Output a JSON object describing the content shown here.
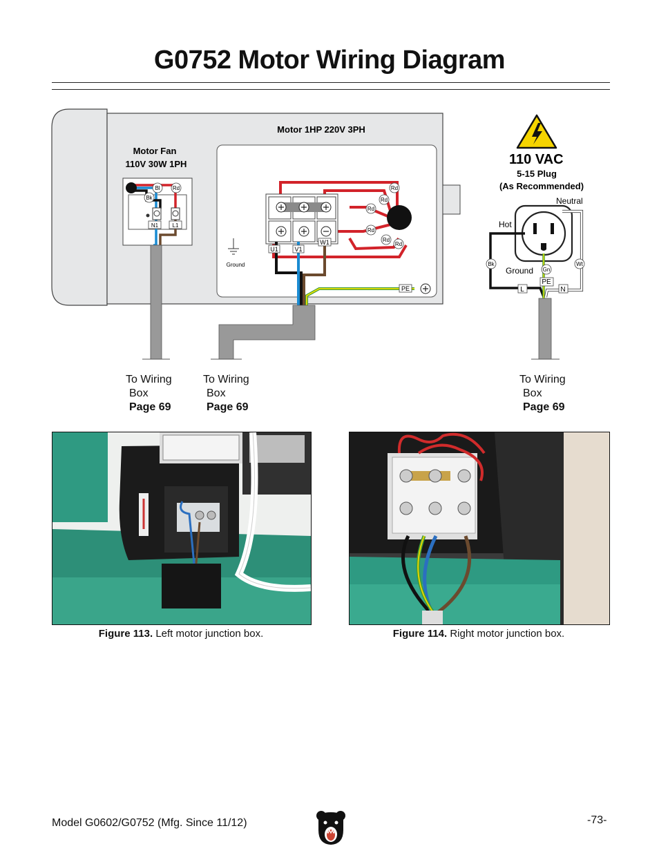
{
  "title": "G0752 Motor Wiring Diagram",
  "diagram": {
    "motor_label": "Motor 1HP 220V 3PH",
    "fan_label_1": "Motor Fan",
    "fan_label_2": "110V 30W 1PH",
    "ground_label": "Ground",
    "fan_wires": {
      "bl": "Bl",
      "rd": "Rd",
      "bk": "Bk"
    },
    "fan_terminals": {
      "n1": "N1",
      "l1": "L1"
    },
    "motor_wires": [
      "Rd",
      "Rd",
      "Rd",
      "Rd",
      "Rd",
      "Rd"
    ],
    "motor_terminals": {
      "u1": "U1",
      "v1": "V1",
      "w1": "W1",
      "pe": "PE"
    },
    "plug": {
      "voltage": "110 VAC",
      "type": "5-15 Plug",
      "note": "(As Recommended)",
      "neutral": "Neutral",
      "hot": "Hot",
      "ground": "Ground",
      "bk": "Bk",
      "gn": "Gn",
      "wt": "Wt",
      "pe": "PE",
      "l": "L",
      "n": "N"
    },
    "destinations": [
      {
        "line1": "To Wiring",
        "line2": "Box",
        "page": "Page 69"
      },
      {
        "line1": "To Wiring",
        "line2": "Box",
        "page": "Page 69"
      },
      {
        "line1": "To Wiring",
        "line2": "Box",
        "page": "Page 69"
      }
    ]
  },
  "figures": [
    {
      "number": "Figure 113.",
      "caption": "Left motor junction box."
    },
    {
      "number": "Figure 114.",
      "caption": "Right motor junction box."
    }
  ],
  "footer": {
    "model": "Model G0602/G0752 (Mfg. Since 11/12)",
    "page": "-73-",
    "logo_icon": "bear-logo-icon"
  }
}
